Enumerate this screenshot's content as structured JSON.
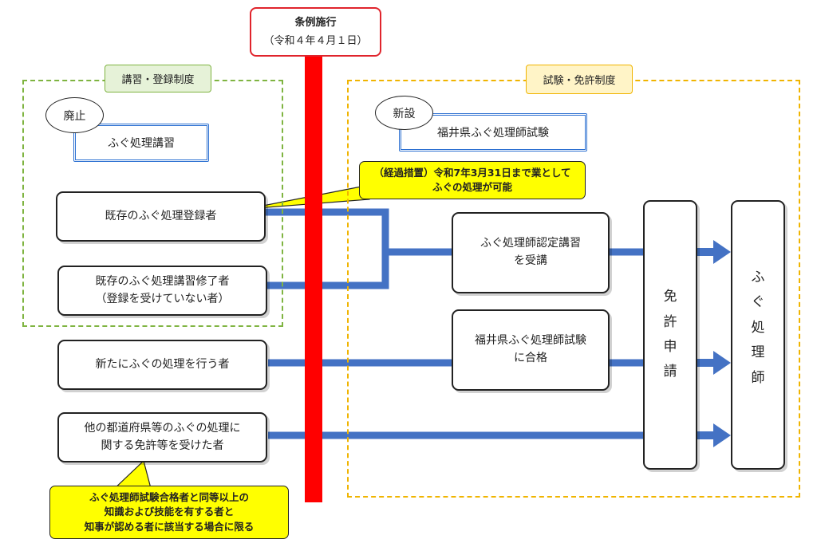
{
  "enforcement": {
    "line1": "条例施行",
    "line2": "（令和４年４月１日）",
    "bar_color": "#ff0000"
  },
  "left_section": {
    "label": "講習・登録制度",
    "abolished": "廃止",
    "course": "ふぐ処理講習",
    "border_color": "#7fb441"
  },
  "right_section": {
    "label": "試験・免許制度",
    "new": "新設",
    "exam": "福井県ふぐ処理師試験",
    "border_color": "#f0b400"
  },
  "note_top": {
    "line1": "（経過措置）令和7年3月31日まで業として",
    "line2": "ふぐの処理が可能"
  },
  "note_bottom": {
    "line1": "ふぐ処理師試験合格者と同等以上の",
    "line2": "知識および技能を有する者と",
    "line3": "知事が認める者に該当する場合に限る"
  },
  "persons": [
    {
      "line1": "既存のふぐ処理登録者",
      "line2": ""
    },
    {
      "line1": "既存のふぐ処理講習修了者",
      "line2": "（登録を受けていない者）"
    },
    {
      "line1": "新たにふぐの処理を行う者",
      "line2": ""
    },
    {
      "line1": "他の都道府県等のふぐの処理に",
      "line2": "関する免許等を受けた者"
    }
  ],
  "steps": {
    "course": {
      "line1": "ふぐ処理師認定講習",
      "line2": "を受講"
    },
    "exam": {
      "line1": "福井県ふぐ処理師試験",
      "line2": "に合格"
    }
  },
  "license_apply": {
    "chars": [
      "免",
      "許",
      "申",
      "請"
    ]
  },
  "fugu_chef": {
    "chars": [
      "ふ",
      "ぐ",
      "処",
      "理",
      "師"
    ]
  },
  "arrow_color": "#4472c4",
  "note_color": "#ffff00"
}
